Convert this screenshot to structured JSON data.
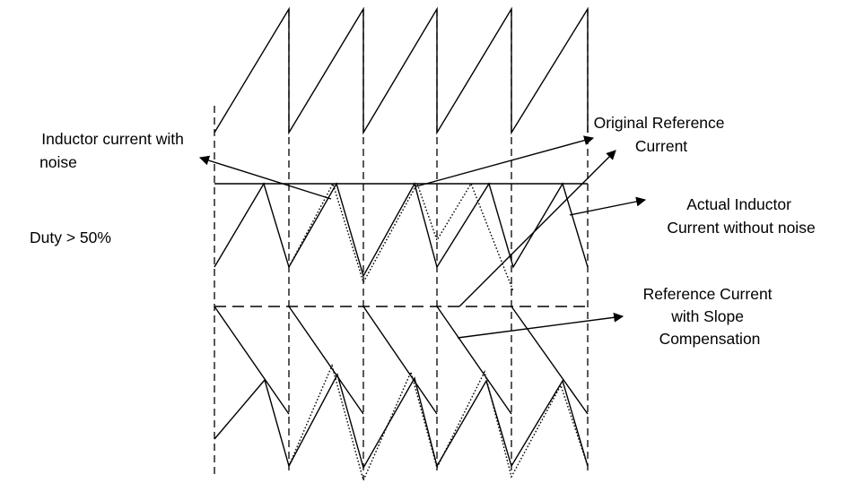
{
  "labels": {
    "inductor_noise": [
      "Inductor current with",
      "noise"
    ],
    "original_reference": [
      "Original Reference",
      "Current"
    ],
    "actual_inductor": [
      "Actual Inductor",
      "Current without noise"
    ],
    "duty": "Duty > 50%",
    "slope_reference": [
      "Reference Current",
      "with Slope",
      "Compensation"
    ]
  }
}
